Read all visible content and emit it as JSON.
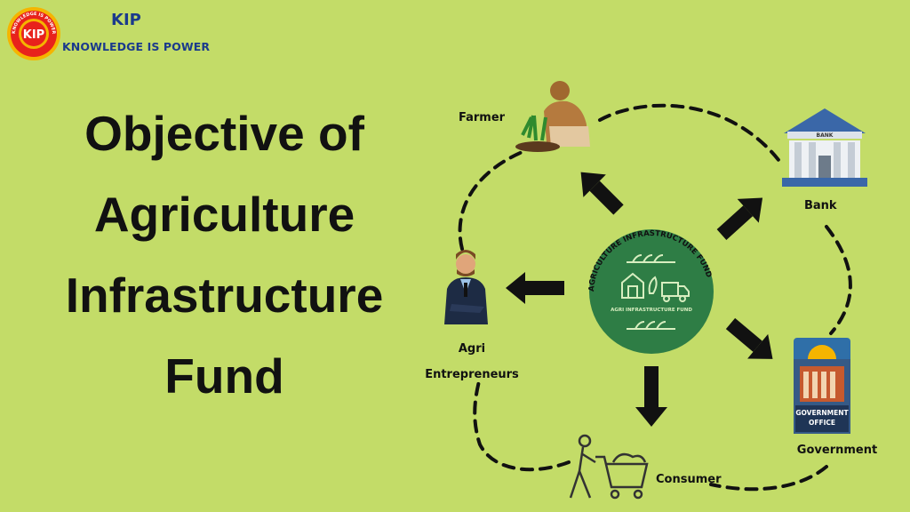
{
  "brand": {
    "title": "KIP",
    "tagline": "KNOWLEDGE IS POWER",
    "logo_text": "KIP",
    "logo_ring_text": "KNOWLEDGE IS POWER"
  },
  "title_lines": [
    "Objective of",
    "Agriculture",
    "Infrastructure",
    "Fund"
  ],
  "diagram": {
    "center": {
      "arc_text": "AGRICULTURE INFRASTRUCTURE FUND",
      "small_text": "AGRI INFRASTRUCTURE FUND"
    },
    "nodes": {
      "farmer": "Farmer",
      "bank": "Bank",
      "entrepreneurs_line1": "Agri",
      "entrepreneurs_line2": "Entrepreneurs",
      "government": "Government",
      "government_sign_line1": "GOVERNMENT",
      "government_sign_line2": "OFFICE",
      "consumer": "Consumer",
      "bank_sign": "BANK"
    }
  },
  "colors": {
    "background": "#c3dc68",
    "brand": "#1b3a8c",
    "center_circle": "#2e7d45",
    "arrows": "#111111"
  }
}
